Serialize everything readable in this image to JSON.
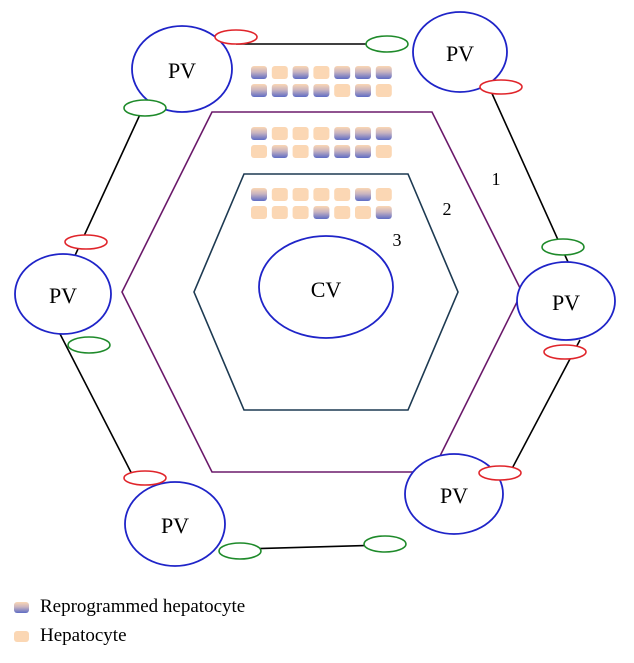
{
  "labels": {
    "pv": "PV",
    "cv": "CV",
    "zone1": "1",
    "zone2": "2",
    "zone3": "3"
  },
  "legend": {
    "reprogrammed": "Reprogrammed hepatocyte",
    "hepatocyte": "Hepatocyte"
  },
  "colors": {
    "vessel_outline": "#1f24c8",
    "zone1_border": "#6b1a6b",
    "zone2_border": "#1d3a52",
    "lobule_edge": "#000000",
    "red_ellipse": "#e0242a",
    "green_ellipse": "#1e8a2a",
    "hepatocyte_fill": "#fbd7b4",
    "reprogrammed_fill": "#6d77c6"
  },
  "cell_rows": [
    [
      "r",
      "h",
      "r",
      "h",
      "r",
      "r",
      "r"
    ],
    [
      "r",
      "r",
      "r",
      "r",
      "h",
      "r",
      "h"
    ],
    [
      "r",
      "h",
      "h",
      "h",
      "r",
      "r",
      "r"
    ],
    [
      "h",
      "r",
      "h",
      "r",
      "r",
      "r",
      "h"
    ],
    [
      "r",
      "h",
      "h",
      "h",
      "h",
      "r",
      "h"
    ],
    [
      "h",
      "h",
      "h",
      "r",
      "h",
      "h",
      "r"
    ]
  ]
}
